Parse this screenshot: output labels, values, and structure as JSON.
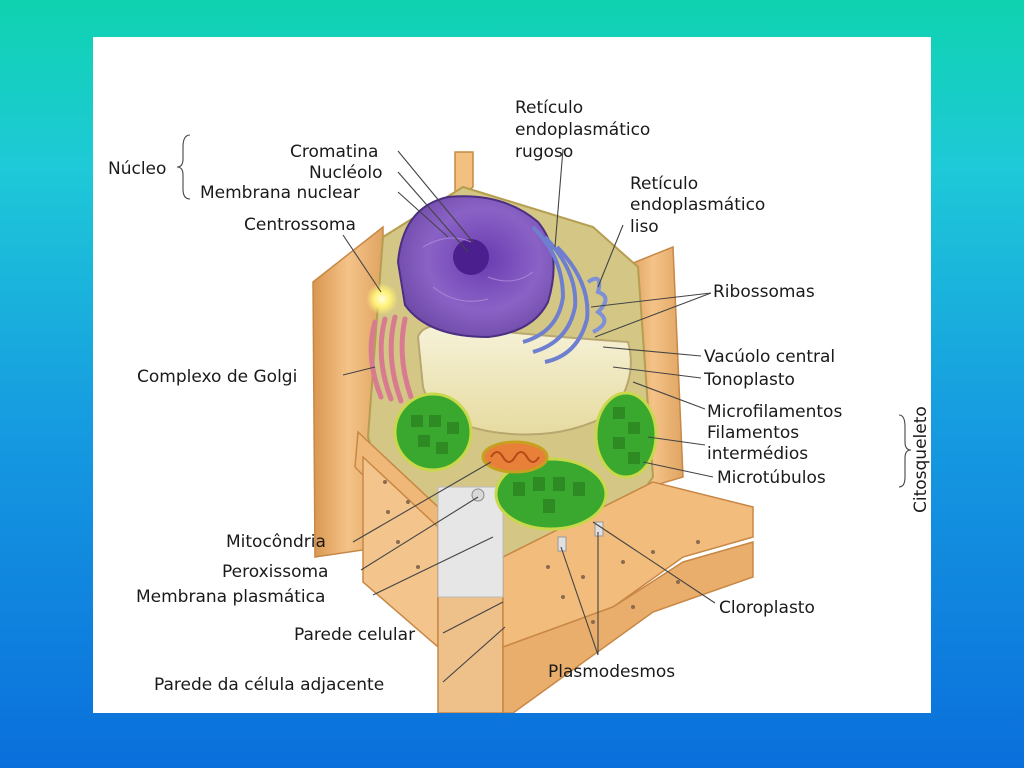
{
  "labels": {
    "nucleo": "Núcleo",
    "cromatina": "Cromatina",
    "nucleolo": "Nucléolo",
    "membrana_nuclear": "Membrana nuclear",
    "centrossoma": "Centrossoma",
    "complexo_golgi": "Complexo de Golgi",
    "mitocondria": "Mitocôndria",
    "peroxissoma": "Peroxissoma",
    "membrana_plasmatica": "Membrana plasmática",
    "parede_celular": "Parede celular",
    "parede_adjacente": "Parede da célula adjacente",
    "reticulo_rugoso_1": "Retículo",
    "reticulo_rugoso_2": "endoplasmático",
    "reticulo_rugoso_3": "rugoso",
    "reticulo_liso_1": "Retículo",
    "reticulo_liso_2": "endoplasmático",
    "reticulo_liso_3": "liso",
    "ribossomas": "Ribossomas",
    "vacuolo_central": "Vacúolo central",
    "tonoplasto": "Tonoplasto",
    "microfilamentos": "Microfilamentos",
    "filamentos_1": "Filamentos",
    "filamentos_2": "intermédios",
    "microtubulos": "Microtúbulos",
    "citosqueleto": "Citosqueleto",
    "cloroplasto": "Cloroplasto",
    "plasmodesmos": "Plasmodesmos"
  },
  "colors": {
    "cell_wall": "#f0b878",
    "cell_wall_dark": "#d9914a",
    "cytoplasm": "#cfc07a",
    "nucleus": "#7a4fb8",
    "nucleolus": "#5a2c9a",
    "vacuole": "#eee6b8",
    "chloroplast": "#3aa82e",
    "mitochondrion": "#e8803a",
    "golgi": "#e79aa8",
    "reticulum": "#6f7fd0",
    "centrosome": "#fff176"
  }
}
